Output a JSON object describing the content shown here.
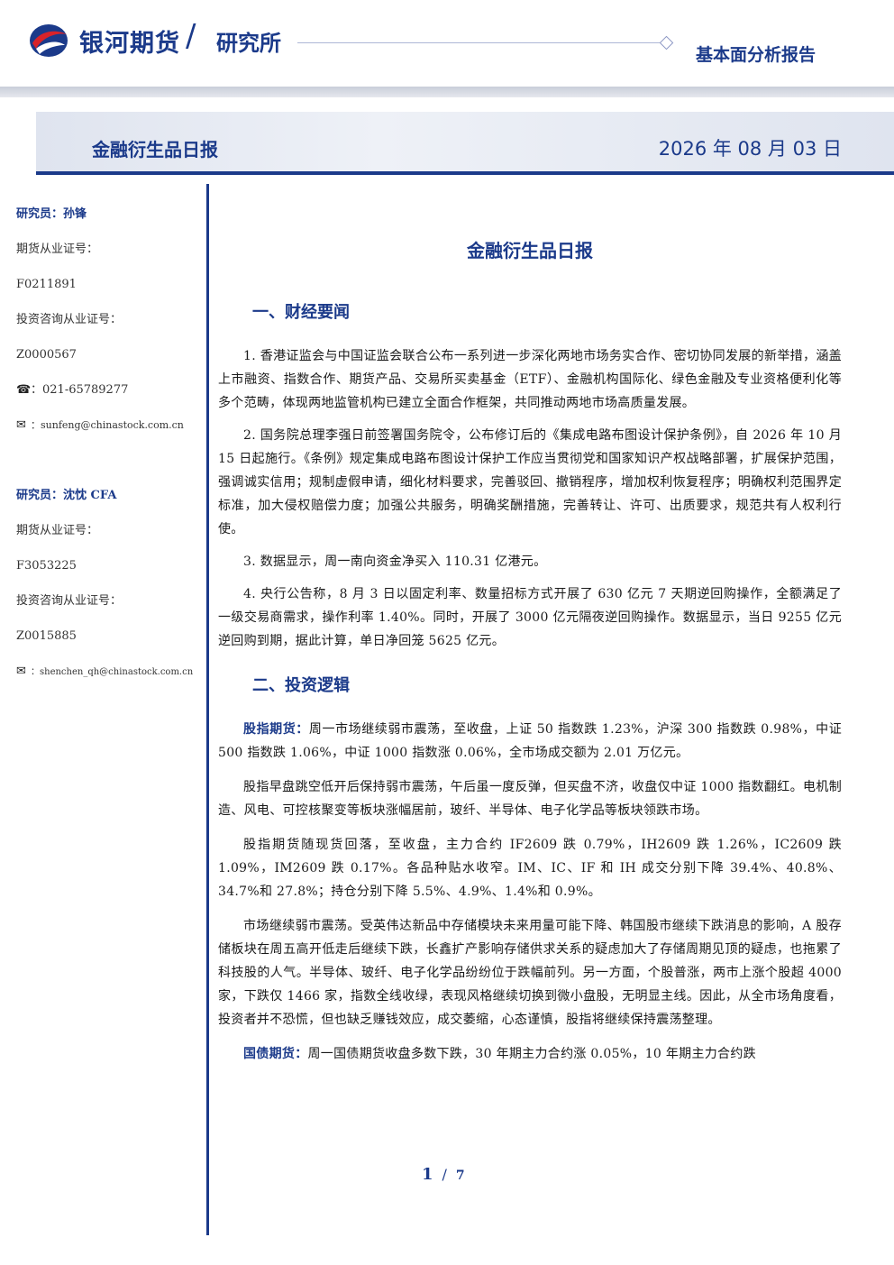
{
  "header": {
    "brand": "银河期货",
    "slash": "/",
    "institute": "研究所",
    "report_type": "基本面分析报告"
  },
  "title_band": {
    "name": "金融衍生品日报",
    "date": "2026 年 08 月 03 日"
  },
  "sidebar": {
    "researcher1": {
      "name": "研究员：孙锋",
      "license_label": "期货从业证号：",
      "license": "F0211891",
      "consult_label": "投资咨询从业证号：",
      "consult": "Z0000567",
      "phone_icon": "☎",
      "phone": "：021-65789277",
      "mail_icon": "✉",
      "email": "：sunfeng@chinastock.com.cn"
    },
    "researcher2": {
      "name": "研究员：沈忱  CFA",
      "license_label": "期货从业证号：",
      "license": "F3053225",
      "consult_label": "投资咨询从业证号：",
      "consult": "Z0015885",
      "mail_icon": "✉",
      "email": "：shenchen_qh@chinastock.com.cn"
    }
  },
  "main": {
    "title": "金融衍生品日报",
    "section1": "一、财经要闻",
    "p1": "1. 香港证监会与中国证监会联合公布一系列进一步深化两地市场务实合作、密切协同发展的新举措，涵盖上市融资、指数合作、期货产品、交易所买卖基金（ETF）、金融机构国际化、绿色金融及专业资格便利化等多个范畴，体现两地监管机构已建立全面合作框架，共同推动两地市场高质量发展。",
    "p2": "2. 国务院总理李强日前签署国务院令，公布修订后的《集成电路布图设计保护条例》，自 2026 年 10 月 15 日起施行。《条例》规定集成电路布图设计保护工作应当贯彻党和国家知识产权战略部署，扩展保护范围，强调诚实信用；规制虚假申请，细化材料要求，完善驳回、撤销程序，增加权利恢复程序；明确权利范围界定标准，加大侵权赔偿力度；加强公共服务，明确奖酬措施，完善转让、许可、出质要求，规范共有人权利行使。",
    "p3": "3. 数据显示，周一南向资金净买入 110.31 亿港元。",
    "p4": "4. 央行公告称，8 月 3 日以固定利率、数量招标方式开展了 630 亿元 7 天期逆回购操作，全额满足了一级交易商需求，操作利率 1.40%。同时，开展了 3000 亿元隔夜逆回购操作。数据显示，当日 9255 亿元逆回购到期，据此计算，单日净回笼 5625 亿元。",
    "section2": "二、投资逻辑",
    "stock_label": "股指期货：",
    "p5": "周一市场继续弱市震荡，至收盘，上证 50 指数跌 1.23%，沪深 300 指数跌 0.98%，中证 500 指数跌 1.06%，中证 1000 指数涨 0.06%，全市场成交额为 2.01 万亿元。",
    "p6": "股指早盘跳空低开后保持弱市震荡，午后虽一度反弹，但买盘不济，收盘仅中证 1000 指数翻红。电机制造、风电、可控核聚变等板块涨幅居前，玻纤、半导体、电子化学品等板块领跌市场。",
    "p7": "股指期货随现货回落，至收盘，主力合约 IF2609 跌 0.79%，IH2609 跌 1.26%，IC2609 跌 1.09%，IM2609 跌 0.17%。各品种贴水收窄。IM、IC、IF 和 IH 成交分别下降 39.4%、40.8%、34.7%和 27.8%；持仓分别下降 5.5%、4.9%、1.4%和 0.9%。",
    "p8": "市场继续弱市震荡。受英伟达新品中存储模块未来用量可能下降、韩国股市继续下跌消息的影响，A 股存储板块在周五高开低走后继续下跌，长鑫扩产影响存储供求关系的疑虑加大了存储周期见顶的疑虑，也拖累了科技股的人气。半导体、玻纤、电子化学品纷纷位于跌幅前列。另一方面，个股普涨，两市上涨个股超 4000 家，下跌仅 1466 家，指数全线收绿，表现风格继续切换到微小盘股，无明显主线。因此，从全市场角度看，投资者并不恐慌，但也缺乏赚钱效应，成交萎缩，心态谨慎，股指将继续保持震荡整理。",
    "bond_label": "国债期货：",
    "p9": "周一国债期货收盘多数下跌，30 年期主力合约涨 0.05%，10 年期主力合约跌"
  },
  "footer": {
    "page": "1",
    "sep": "/",
    "total": "7"
  }
}
